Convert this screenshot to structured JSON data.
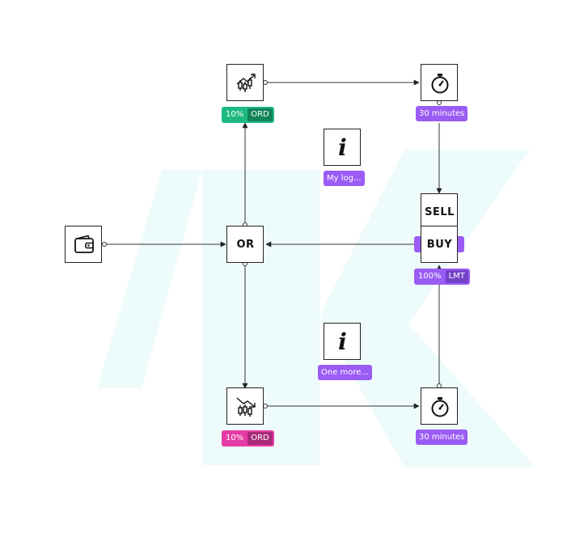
{
  "colors": {
    "green": "#1db980",
    "green_dark": "#12845a",
    "purple": "#9a5cf4",
    "purple_dark": "#7342c6",
    "pink": "#e63ba6",
    "pink_dark": "#a82a79",
    "watermark": "#eefbfb"
  },
  "nodes": {
    "wallet": {
      "icon": "wallet-icon"
    },
    "buy_chart": {
      "icon": "chart-up-icon"
    },
    "sell_chart": {
      "icon": "chart-down-icon"
    },
    "or": {
      "label": "OR"
    },
    "timer_top": {
      "icon": "stopwatch-icon"
    },
    "timer_bottom": {
      "icon": "stopwatch-icon"
    },
    "sell": {
      "label": "SELL"
    },
    "buy": {
      "label": "BUY"
    },
    "info_top": {
      "icon": "info-icon",
      "symbol": "i"
    },
    "info_bottom": {
      "icon": "info-icon",
      "symbol": "i"
    }
  },
  "badges": {
    "buy_chart": {
      "percent": "10%",
      "type": "ORD"
    },
    "sell_chart": {
      "percent": "10%",
      "type": "ORD"
    },
    "buy": {
      "percent": "100%",
      "type": "LMT"
    }
  },
  "tags": {
    "timer_top": "30 minutes",
    "timer_bottom": "30 minutes",
    "info_top": "My log...",
    "info_bottom": "One more..."
  }
}
